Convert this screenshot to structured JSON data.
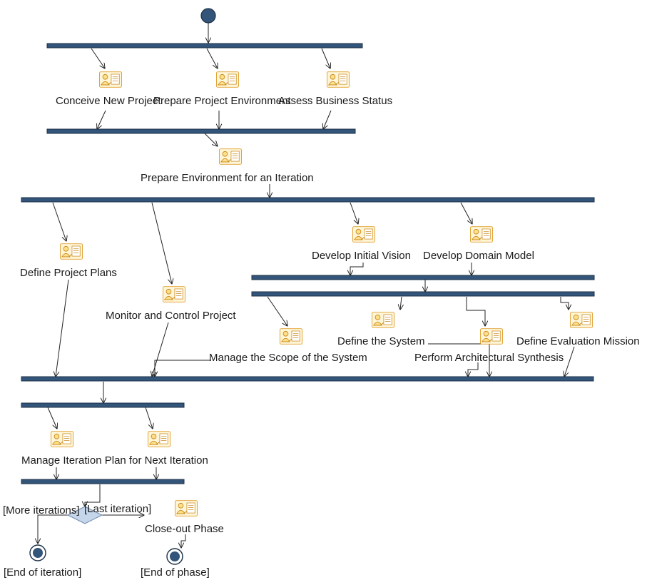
{
  "diagram": {
    "activities": [
      {
        "id": "a1",
        "label": "Conceive New Project"
      },
      {
        "id": "a2",
        "label": "Prepare Project Environment"
      },
      {
        "id": "a3",
        "label": "Assess Business Status"
      },
      {
        "id": "a4",
        "label": "Prepare Environment for an Iteration"
      },
      {
        "id": "a5",
        "label": "Define Project Plans"
      },
      {
        "id": "a6",
        "label": "Monitor and Control Project"
      },
      {
        "id": "a7",
        "label": "Develop Initial Vision"
      },
      {
        "id": "a8",
        "label": "Develop Domain Model"
      },
      {
        "id": "a9",
        "label": "Manage the Scope of the System"
      },
      {
        "id": "a10",
        "label": "Define the System"
      },
      {
        "id": "a11",
        "label": "Perform Architectural Synthesis"
      },
      {
        "id": "a12",
        "label": "Define Evaluation Mission"
      },
      {
        "id": "a13",
        "label": "Manage Iteration Plan for Next Iteration"
      },
      {
        "id": "a14",
        "label": "Close-out Phase"
      }
    ],
    "guards": {
      "more": "[More iterations]",
      "last": "[Last iteration]"
    },
    "final_states": {
      "iteration": "[End of iteration]",
      "phase": "[End of phase]"
    },
    "icon": "activity-icon",
    "colors": {
      "bar": "#33557a",
      "icon_bg": "#fff6d8",
      "icon_border": "#e0a030",
      "decision": "#c5d5ea"
    }
  }
}
